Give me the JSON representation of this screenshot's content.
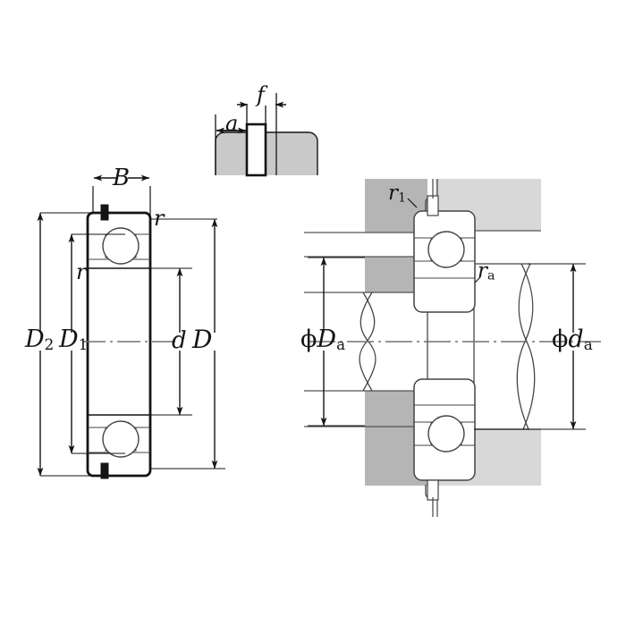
{
  "figure": {
    "kind": "engineering-drawing",
    "subject": "deep groove ball bearing with snap ring groove — dimension definition drawing",
    "background": "#ffffff",
    "line_color": "#141414",
    "thin_line_color": "#3a3a3a",
    "center_line_color": "#707070",
    "housing_fill": "#b8b8b8",
    "shaft_fill": "#d4d4d4",
    "ring_fill": "#ffffff"
  },
  "labels": {
    "B": "B",
    "f": "f",
    "a": "a",
    "r_top": "r",
    "r_left": "r",
    "D2": "D",
    "D2_sub": "2",
    "D1": "D",
    "D1_sub": "1",
    "d_small": "d",
    "D_big": "D",
    "r1": "r",
    "r1_sub": "1",
    "ra": "r",
    "ra_sub": "a",
    "phiDa_phi": "ϕ",
    "phiDa_D": "D",
    "phiDa_sub": "a",
    "phida_phi": "ϕ",
    "phida_d": "d",
    "phida_sub": "a"
  },
  "dimensions": {
    "left_view": [
      {
        "name": "B",
        "orientation": "horizontal",
        "desc": "bearing width"
      },
      {
        "name": "D2",
        "orientation": "vertical",
        "desc": "snap ring groove outer diameter"
      },
      {
        "name": "D1",
        "orientation": "vertical",
        "desc": "snap ring groove diameter"
      },
      {
        "name": "d",
        "orientation": "vertical",
        "desc": "bore diameter"
      },
      {
        "name": "D",
        "orientation": "vertical",
        "desc": "outside diameter"
      },
      {
        "name": "r",
        "orientation": "corner",
        "desc": "chamfer dimension"
      }
    ],
    "detail_view": [
      {
        "name": "f",
        "orientation": "horizontal",
        "desc": "snap ring groove width"
      },
      {
        "name": "a",
        "orientation": "horizontal",
        "desc": "groove location from face"
      }
    ],
    "mounting_view": [
      {
        "name": "ϕDa",
        "orientation": "vertical",
        "desc": "housing shoulder diameter"
      },
      {
        "name": "ϕda",
        "orientation": "vertical",
        "desc": "shaft shoulder diameter"
      },
      {
        "name": "r1",
        "orientation": "corner",
        "desc": "housing fillet radius"
      },
      {
        "name": "ra",
        "orientation": "corner",
        "desc": "shaft fillet radius"
      }
    ]
  }
}
